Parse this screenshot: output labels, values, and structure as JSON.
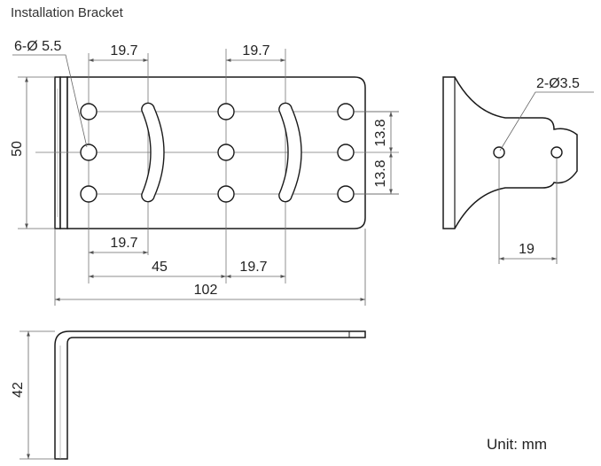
{
  "title": "Installation Bracket",
  "unit_label": "Unit: mm",
  "dimensions": {
    "holes_note": "6-Ø 5.5",
    "top_left_pitch": "19.7",
    "top_right_pitch": "19.7",
    "height": "50",
    "row_pitch_upper": "13.8",
    "row_pitch_lower": "13.8",
    "bottom_left_pitch": "19.7",
    "hole_span": "45",
    "bottom_right_pitch": "19.7",
    "total_length": "102",
    "side_holes_note": "2-Ø3.5",
    "side_hole_pitch": "19",
    "flange_height": "42"
  }
}
